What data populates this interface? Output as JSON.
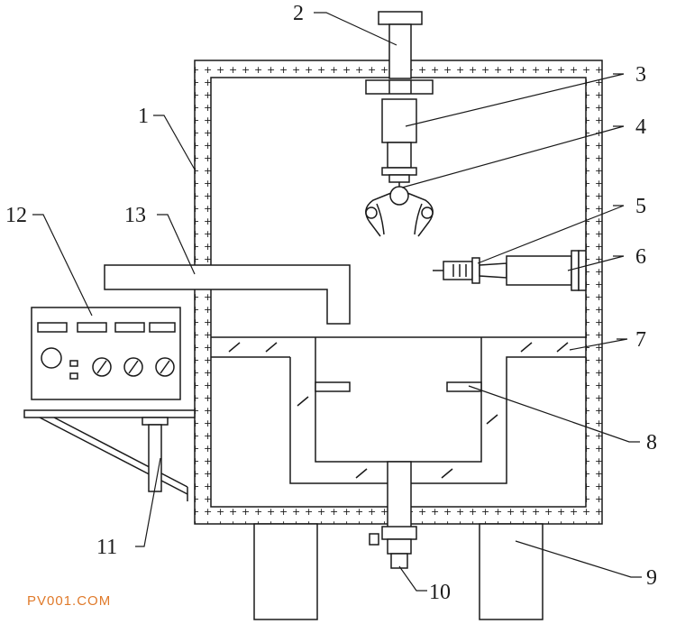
{
  "labels": {
    "l1": "1",
    "l2": "2",
    "l3": "3",
    "l4": "4",
    "l5": "5",
    "l6": "6",
    "l7": "7",
    "l8": "8",
    "l9": "9",
    "l10": "10",
    "l11": "11",
    "l12": "12",
    "l13": "13"
  },
  "watermark": "PV001.COM",
  "colors": {
    "line": "#1a1a1a",
    "watermark": "#e07a2a"
  }
}
